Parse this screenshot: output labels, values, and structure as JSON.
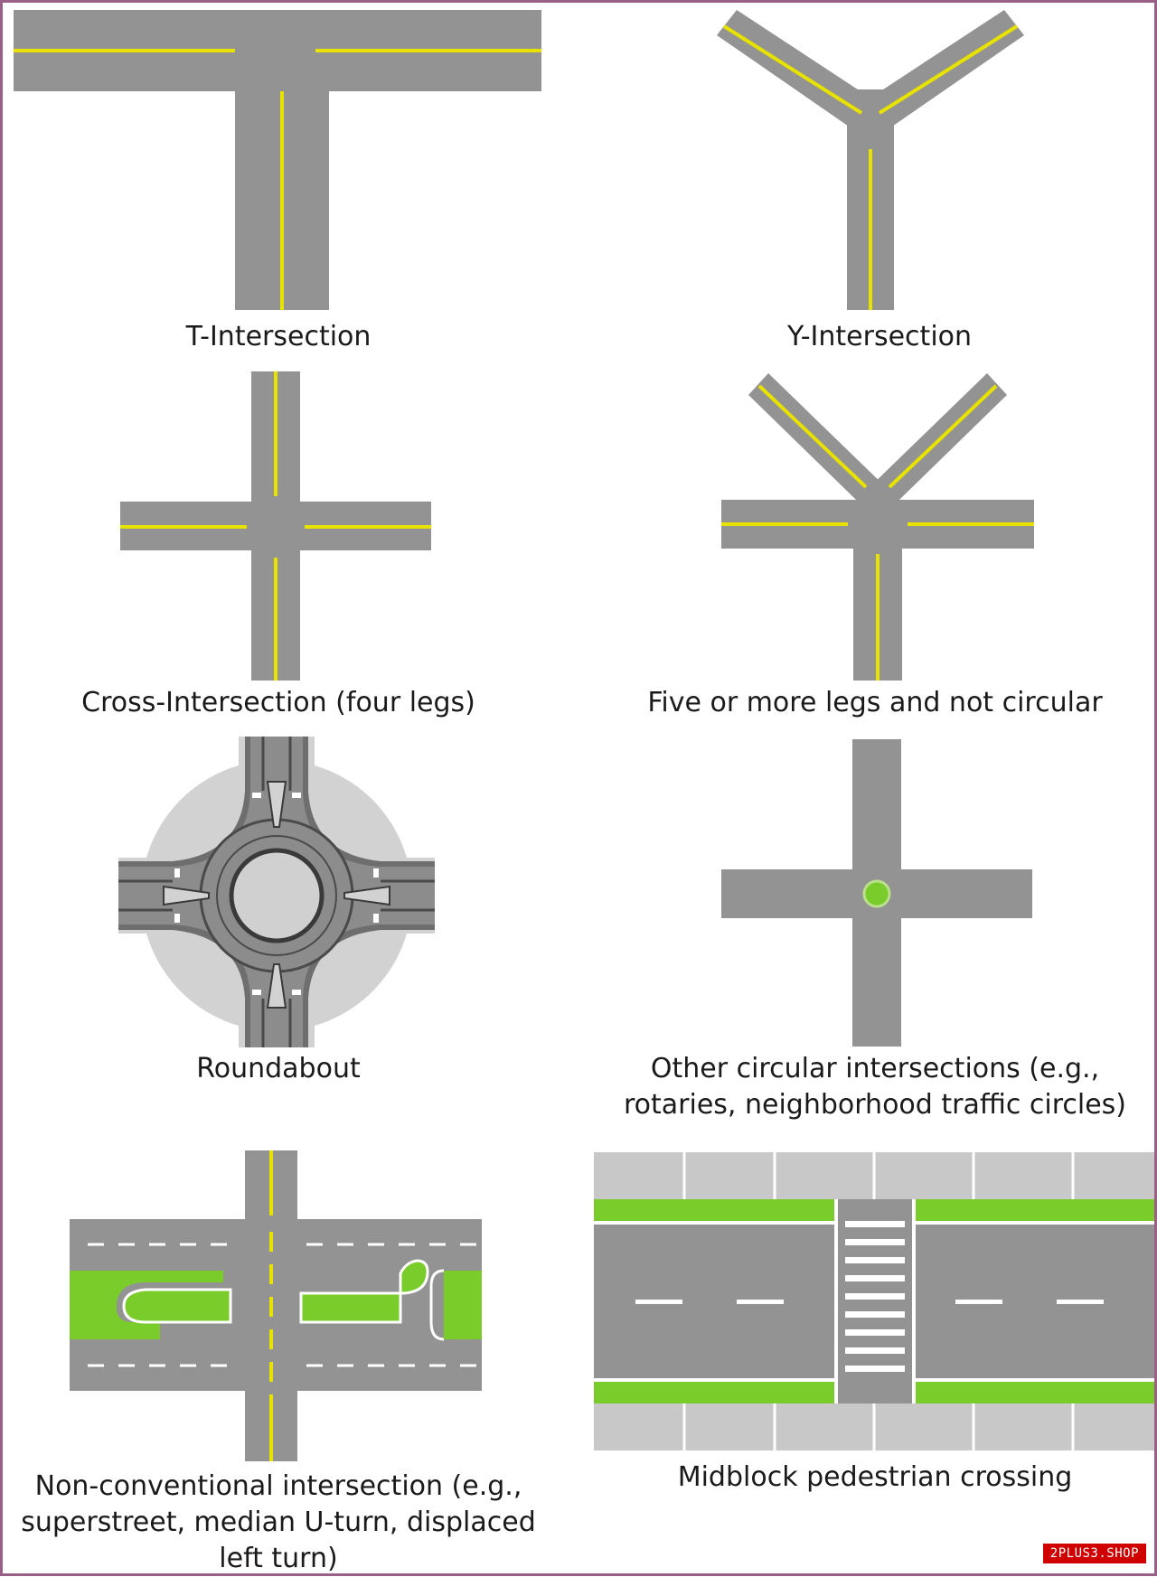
{
  "colors": {
    "road": "#939393",
    "road_edge": "#8a8a8a",
    "yellow_line": "#e8e200",
    "white_line": "#ffffff",
    "green": "#7acc2b",
    "sidewalk": "#c8c8c8",
    "frame": "#9a5f86"
  },
  "panels": [
    {
      "id": "t-intersection",
      "caption": "T-Intersection"
    },
    {
      "id": "y-intersection",
      "caption": "Y-Intersection"
    },
    {
      "id": "cross-intersection",
      "caption": "Cross-Intersection (four legs)"
    },
    {
      "id": "five-legs",
      "caption": "Five or more legs and not circular"
    },
    {
      "id": "roundabout",
      "caption": "Roundabout"
    },
    {
      "id": "other-circular",
      "caption_lines": [
        "Other circular intersections (e.g.,",
        "rotaries, neighborhood traffic circles)"
      ]
    },
    {
      "id": "non-conventional",
      "caption_lines": [
        "Non-conventional intersection (e.g.,",
        "superstreet, median U-turn, displaced",
        "left turn)"
      ]
    },
    {
      "id": "midblock",
      "caption": "Midblock pedestrian crossing"
    }
  ],
  "watermark": "2PLUS3.SHOP"
}
